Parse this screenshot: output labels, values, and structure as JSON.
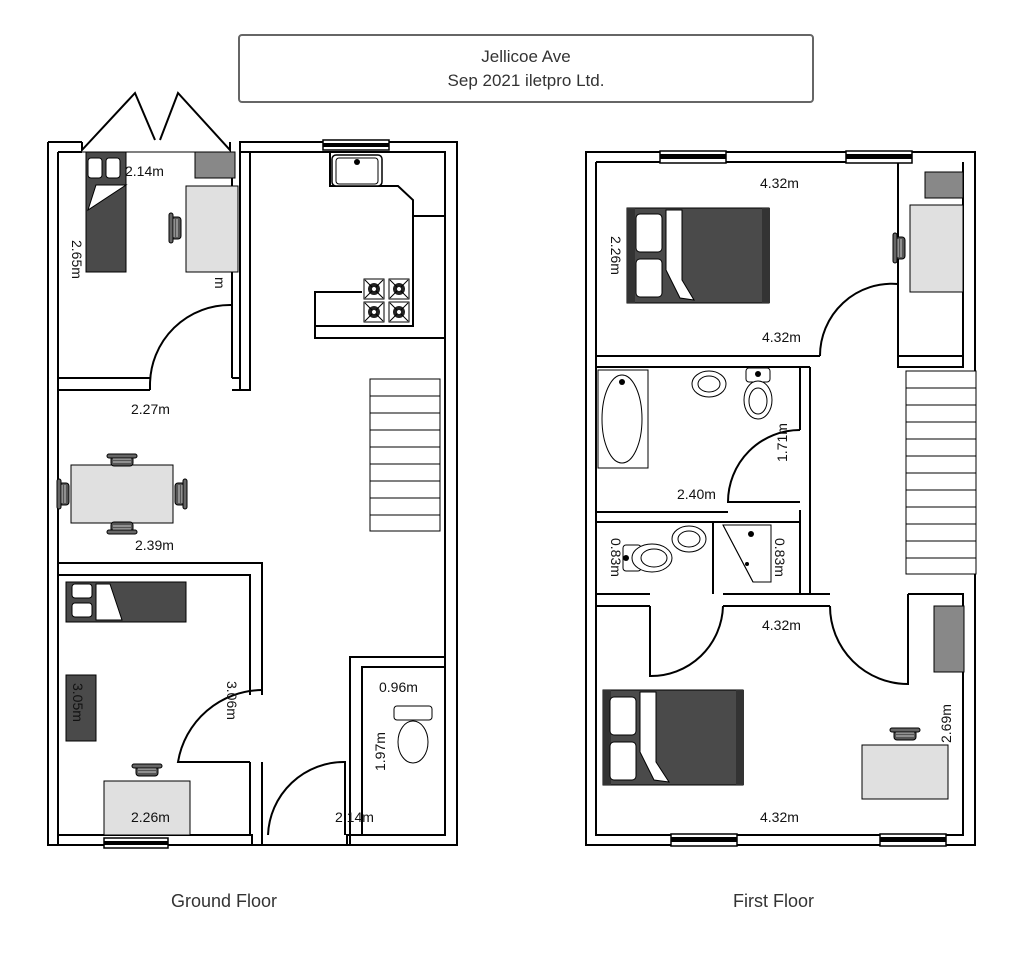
{
  "title": {
    "line1": "Jellicoe Ave",
    "line2": "Sep 2021 iletpro Ltd."
  },
  "floor_labels": {
    "ground": "Ground Floor",
    "first": "First Floor"
  },
  "ground_floor_dimensions": {
    "bedroom_small_width": "2.14m",
    "bedroom_small_depth": "2.65m",
    "desk_partial": "m",
    "dining_depth": "2.27m",
    "dining_width": "2.39m",
    "bedroom_lower_depth": "3.05m",
    "bedroom_lower_width": "2.26m",
    "lower_door_dim": "3.06m",
    "hall_width": "2.14m",
    "wc_width": "0.96m",
    "wc_depth": "1.97m"
  },
  "first_floor_dimensions": {
    "bedroom1_width_top": "4.32m",
    "bedroom1_depth": "2.26m",
    "bedroom1_width_bottom": "4.32m",
    "bathroom_depth": "1.71m",
    "bathroom_width": "2.40m",
    "ensuite_left": "0.83m",
    "ensuite_right": "0.83m",
    "bedroom2_width_top": "4.32m",
    "bedroom2_depth": "2.69m",
    "bedroom2_width_bottom": "4.32m"
  },
  "colors": {
    "wall": "#000000",
    "furniture_dark": "#4a4a4a",
    "furniture_light": "#e0e0e0",
    "title_border": "#666666"
  }
}
